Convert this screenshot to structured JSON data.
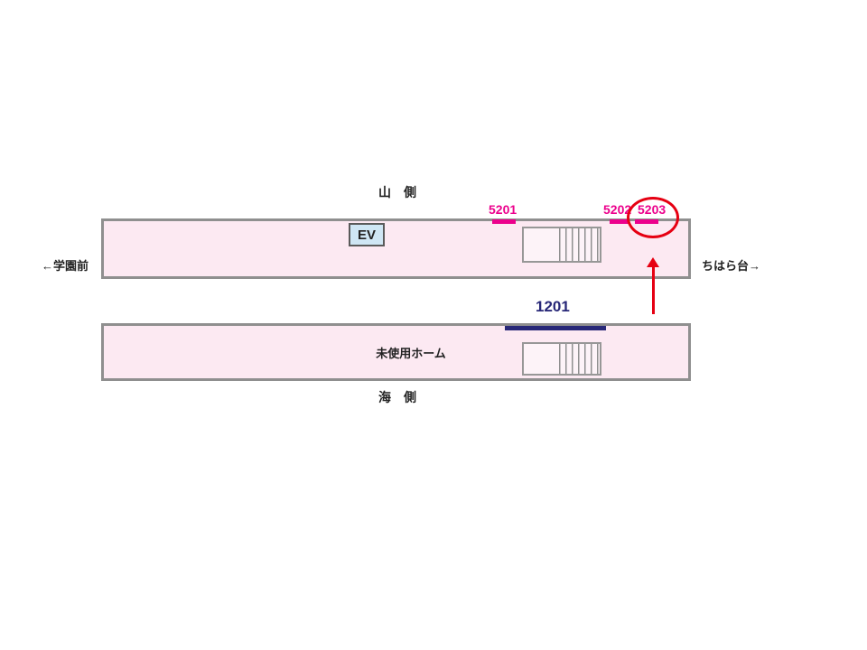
{
  "diagram": {
    "mountain_side_label": "山　側",
    "sea_side_label": "海　側",
    "direction_left": "←学園前",
    "direction_right": "ちはら台→",
    "elevator_label": "EV",
    "unused_platform_label": "未使用ホーム"
  },
  "ad_positions": {
    "top_row": [
      {
        "id": "5201",
        "highlighted": false
      },
      {
        "id": "5202",
        "highlighted": false
      },
      {
        "id": "5203",
        "highlighted": true
      }
    ],
    "bottom_row": [
      {
        "id": "1201",
        "highlighted": false
      }
    ]
  },
  "colors": {
    "platform_fill": "#fce9f2",
    "platform_border": "#8f8f8f",
    "ad_pink": "#ec008c",
    "ad_navy": "#282878",
    "highlight_red": "#e60012",
    "elevator_fill": "#cfe6f4"
  }
}
